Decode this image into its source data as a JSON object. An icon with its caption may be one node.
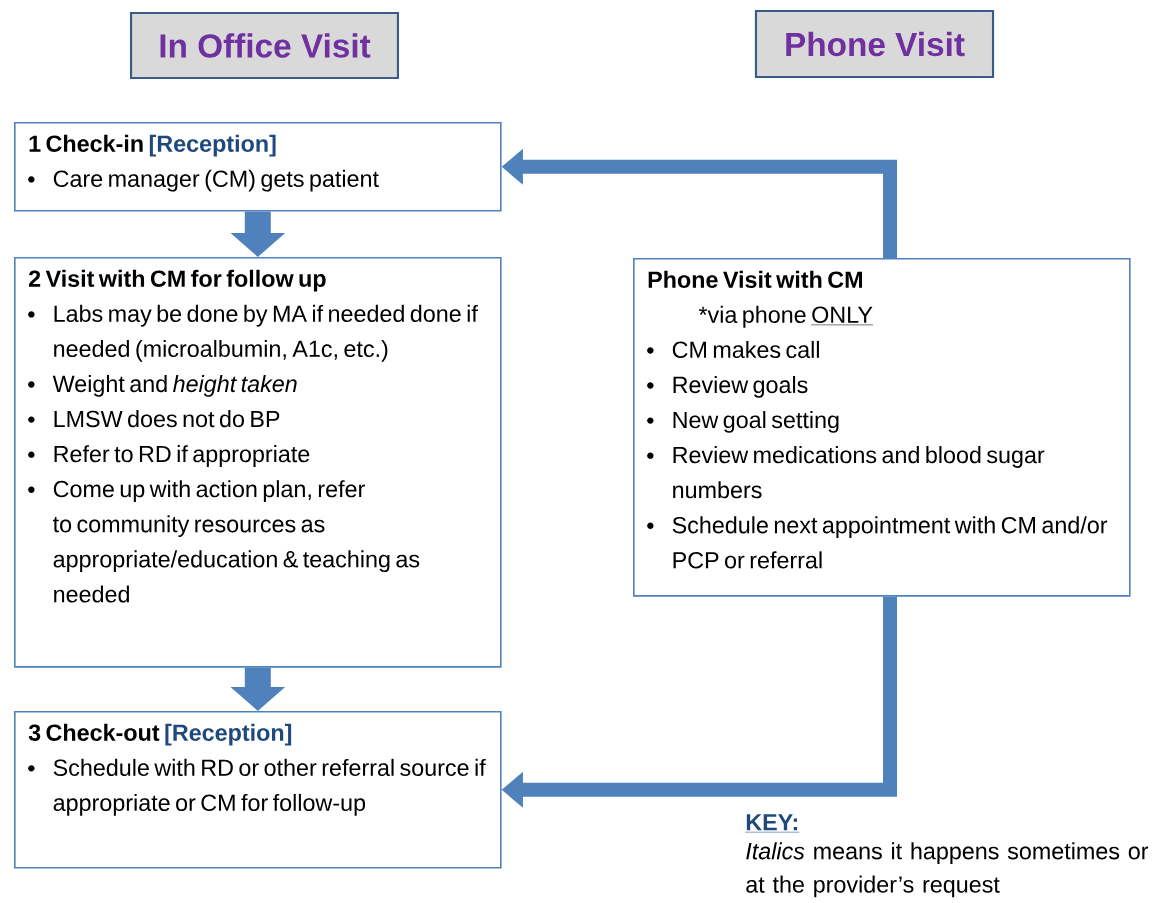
{
  "diagram": {
    "nodes": [
      {
        "text": [
          "In Office Visit"
        ]
      },
      {
        "text": [
          "Phone Visit"
        ]
      },
      {
        "text": [
          "1 Check-in",
          "[Reception]",
          "Care manager (CM) gets patient"
        ]
      },
      {
        "text": [
          "2 Visit with CM for follow up",
          "Labs may be done by MA if needed done if needed (microalbumin, A1c, etc.)",
          "Weight and *height taken*",
          "LMSW does not do BP",
          "Refer to RD if appropriate",
          "Come up with action plan, refer to community resources as appropriate/education & teaching as needed"
        ]
      },
      {
        "text": [
          "3 Check-out",
          "[Reception]",
          "Schedule with RD or other referral source if appropriate or CM for follow-up"
        ]
      },
      {
        "text": [
          "Phone Visit with CM",
          "*via phone",
          "ONLY",
          "CM makes call",
          "Review goals",
          "New goal setting",
          "Review medications and blood sugar numbers",
          "Schedule next appointment with CM and/or PCP or referral"
        ]
      }
    ],
    "edges": [
      {
        "from": 2,
        "to": 3,
        "arrow": "to",
        "style": "thick"
      },
      {
        "from": 3,
        "to": 4,
        "arrow": "to",
        "style": "thick"
      },
      {
        "from": 5,
        "to": 2,
        "arrow": "to"
      },
      {
        "from": 5,
        "to": 4,
        "arrow": "to"
      }
    ],
    "labels": [
      "KEY:",
      "*Italics* means it happens sometimes or at the provider’s request"
    ]
  }
}
